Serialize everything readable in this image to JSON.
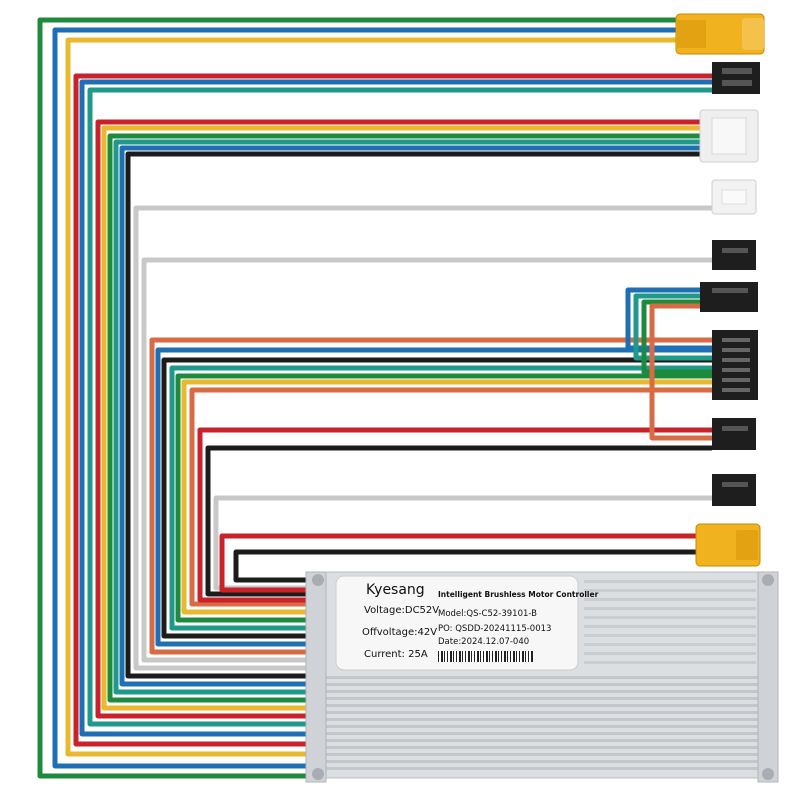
{
  "product": {
    "brand": "Kyesang",
    "description": "Intelligent Brushless Motor Controller",
    "voltage": "Voltage:DC52V",
    "offvoltage": "Offvoltage:42V",
    "current": "Current: 25A",
    "model": "Model:QS-C52-39101-B",
    "po": "PO: QSDD-20241115-0013",
    "date": "Date:2024.12.07-040"
  },
  "colors": {
    "green": "#1e8a3e",
    "blue": "#1f6fb5",
    "yellow": "#e8b92e",
    "red": "#c9222a",
    "teal": "#1f9a8a",
    "black": "#1c1c1c",
    "gray": "#c8c8c8",
    "orange": "#d86a44",
    "housing": "#dcdfe2",
    "xt_yellow": "#f0b21e",
    "connector_white": "#eeeeee"
  },
  "connectors": [
    {
      "name": "xt60-female-connector"
    },
    {
      "name": "jst-sm-3pin-black-connector"
    },
    {
      "name": "white-6pin-connector"
    },
    {
      "name": "white-2pin-connector"
    },
    {
      "name": "jst-sm-2pin-black-connector"
    },
    {
      "name": "jst-sm-3pin-black-connector-2"
    },
    {
      "name": "hall-6pin-black-connector"
    },
    {
      "name": "jst-sm-2pin-black-connector-2"
    },
    {
      "name": "jst-sm-2pin-black-connector-3"
    },
    {
      "name": "xt60-male-connector"
    }
  ]
}
